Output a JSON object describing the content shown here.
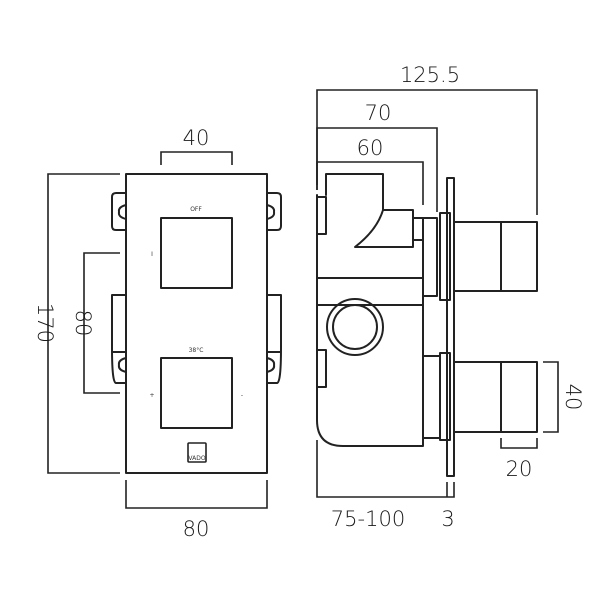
{
  "front_view": {
    "dim_top": "40",
    "dim_height": "170",
    "dim_spacing": "80",
    "dim_width": "80",
    "upper_control_label": "OFF",
    "upper_side_mark": "I",
    "lower_control_label": "38°C",
    "lower_plus": "+",
    "lower_minus": "-",
    "logo": "VADO"
  },
  "side_view": {
    "dim_total_depth": "125.5",
    "dim_70": "70",
    "dim_60": "60",
    "dim_wall_depth": "75-100",
    "dim_plate": "3",
    "dim_handle_height": "40",
    "dim_handle_width": "20"
  },
  "colors": {
    "line": "#222222",
    "background": "#ffffff"
  }
}
